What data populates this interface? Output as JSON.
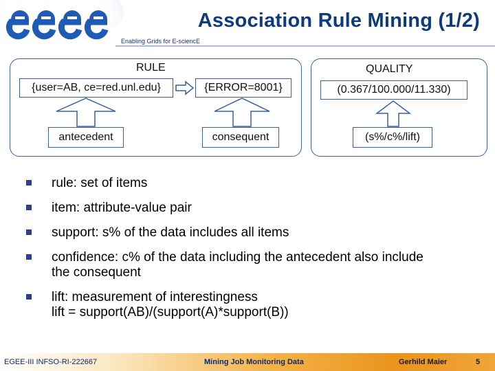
{
  "header": {
    "title": "Association Rule Mining (1/2)",
    "tagline": "Enabling Grids for E-sciencE",
    "logo_text": "egee",
    "accent_color": "#0d3b7e"
  },
  "diagram": {
    "rule_label": "RULE",
    "quality_label": "QUALITY",
    "antecedent_value": "{user=AB, ce=red.unl.edu}",
    "consequent_value": "{ERROR=8001}",
    "quality_value": "(0.367/100.000/11.330)",
    "antecedent_label": "antecedent",
    "consequent_label": "consequent",
    "quality_legend": "(s%/c%/lift)",
    "border_color": "#3a5da8"
  },
  "bullets": [
    {
      "text": "rule: set of items"
    },
    {
      "text": "item: attribute-value pair"
    },
    {
      "text": "support: s% of the data includes all items"
    },
    {
      "text": "confidence: c% of the data including the antecedent also include",
      "text2": "the consequent"
    },
    {
      "text": "lift: measurement of interestingness",
      "text2": "lift = support(AB)/(support(A)*support(B))"
    }
  ],
  "footer": {
    "left": "EGEE-III INFSO-RI-222667",
    "center": "Mining Job Monitoring Data",
    "author": "Gerhild Maier",
    "page": "5"
  }
}
